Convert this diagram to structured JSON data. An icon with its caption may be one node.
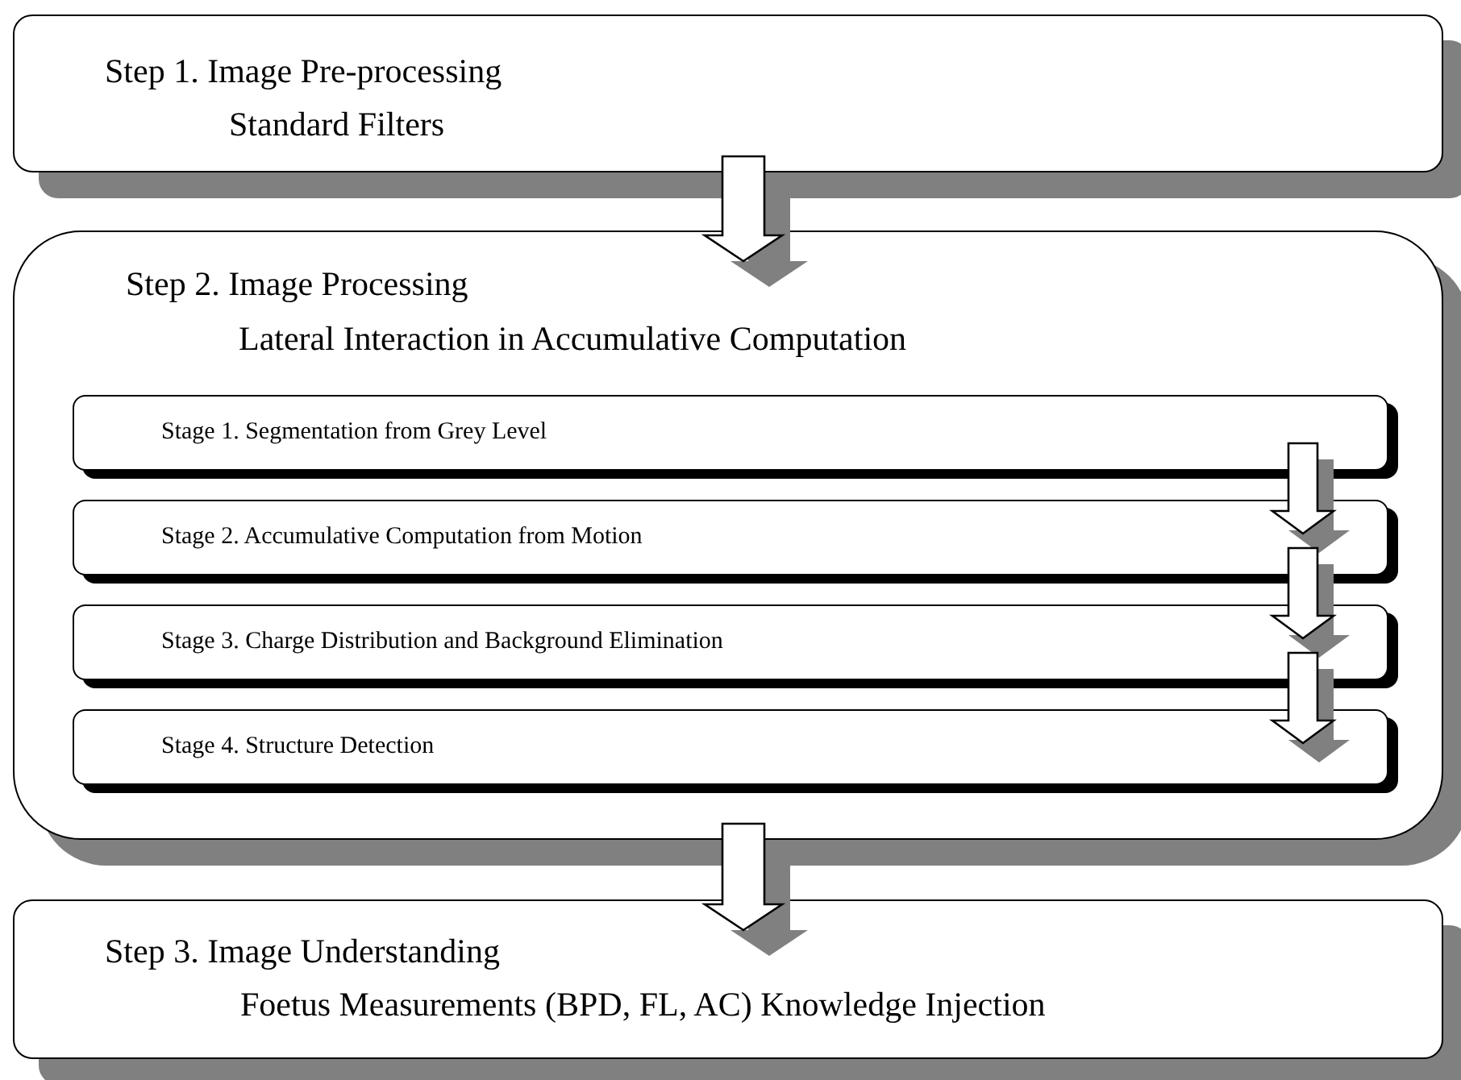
{
  "diagram": {
    "nodes": [
      {
        "text": [
          "Step 1. Image Pre-processing",
          "Standard Filters"
        ]
      },
      {
        "text": [
          "Step 2. Image Processing",
          "Lateral Interaction in Accumulative Computation"
        ]
      },
      {
        "text": [
          "Stage 1. Segmentation from Grey Level"
        ],
        "in": 1
      },
      {
        "text": [
          "Stage 2. Accumulative Computation from Motion"
        ],
        "in": 1
      },
      {
        "text": [
          "Stage 3. Charge Distribution and Background Elimination"
        ],
        "in": 1
      },
      {
        "text": [
          "Stage 4. Structure Detection"
        ],
        "in": 1
      },
      {
        "text": [
          "Step 3. Image Understanding",
          "Foetus Measurements (BPD, FL, AC) Knowledge Injection"
        ]
      }
    ],
    "edges": [
      {
        "from": 0,
        "to": 1,
        "arrow": "to"
      },
      {
        "from": 2,
        "to": 3,
        "arrow": "to"
      },
      {
        "from": 3,
        "to": 4,
        "arrow": "to"
      },
      {
        "from": 4,
        "to": 5,
        "arrow": "to"
      },
      {
        "from": 1,
        "to": 6,
        "arrow": "to"
      }
    ]
  }
}
